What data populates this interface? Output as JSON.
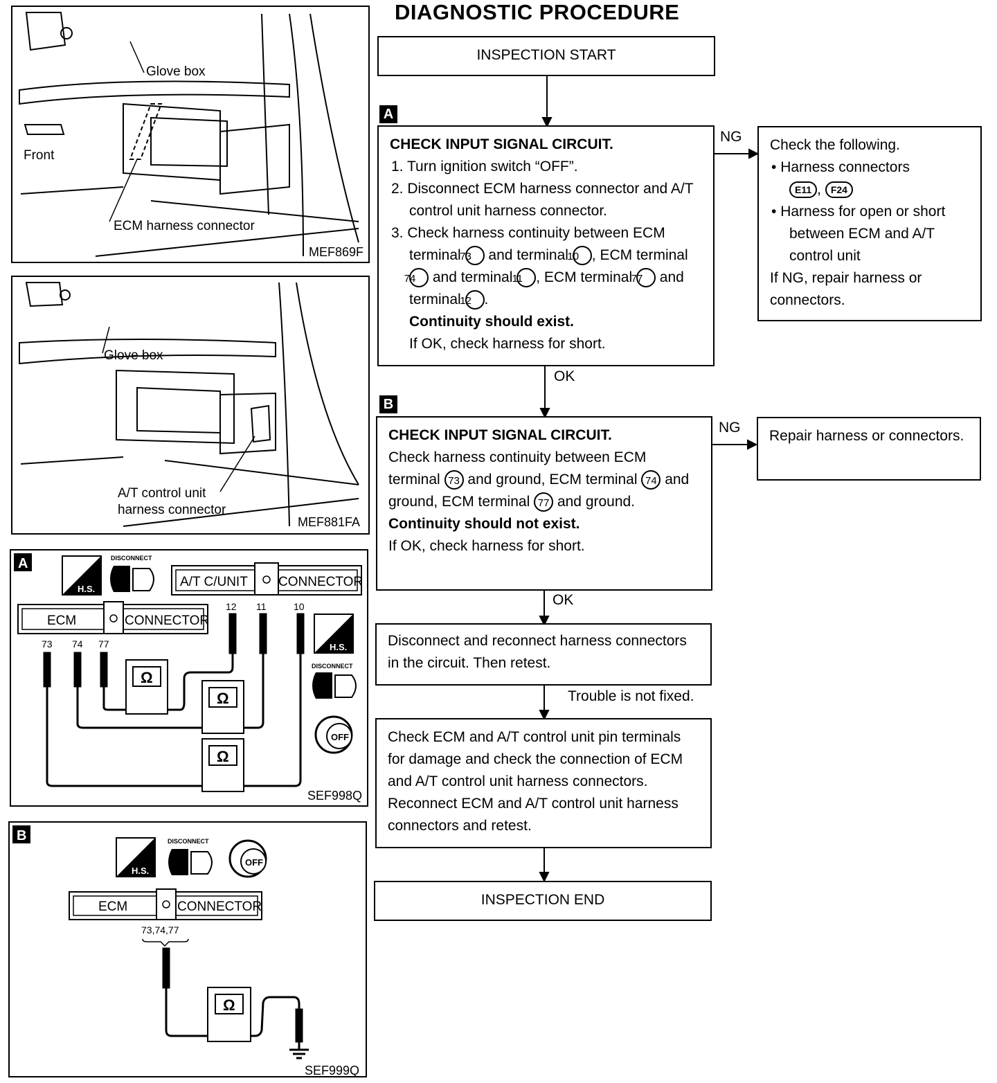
{
  "title": "DIAGNOSTIC PROCEDURE",
  "figures": {
    "fig1": {
      "glove_box": "Glove box",
      "front": "Front",
      "connector": "ECM harness connector",
      "code": "MEF869F"
    },
    "fig2": {
      "glove_box": "Glove box",
      "connector_line1": "A/T control unit",
      "connector_line2": "harness connector",
      "code": "MEF881FA"
    },
    "figA": {
      "tag": "A",
      "hs": "H.S.",
      "disconnect": "DISCONNECT",
      "at_unit": "A/T C/UNIT",
      "connector": "CONNECTOR",
      "ecm": "ECM",
      "ecm_connector": "CONNECTOR",
      "terminals_ecm": [
        "73",
        "74",
        "77"
      ],
      "terminals_at": [
        "12",
        "11",
        "10"
      ],
      "ohm": "Ω",
      "off": "OFF",
      "code": "SEF998Q"
    },
    "figB": {
      "tag": "B",
      "hs": "H.S.",
      "disconnect": "DISCONNECT",
      "off": "OFF",
      "ecm": "ECM",
      "connector": "CONNECTOR",
      "terminals": "73,74,77",
      "ohm": "Ω",
      "code": "SEF999Q"
    }
  },
  "flow": {
    "start": "INSPECTION START",
    "stepA": {
      "tag": "A",
      "heading": "CHECK INPUT SIGNAL CIRCUIT.",
      "item1": "1. Turn ignition switch “OFF”.",
      "item2": "2. Disconnect ECM harness connector and A/T control unit harness connector.",
      "item3_pre": "3. Check harness continuity between ECM terminal",
      "t73": "73",
      "and": "and terminal",
      "t10": "10",
      "ecm_ter": ", ECM terminal",
      "t74": "74",
      "t11": "11",
      "t77": "77",
      "t12": "12",
      "result": "Continuity should exist.",
      "note": "If OK, check harness for short."
    },
    "ngA": "NG",
    "ngA_box": {
      "heading": "Check the following.",
      "bullet1": "Harness connectors",
      "conn1": "E11",
      "conn2": "F24",
      "bullet2": "Harness for open or short between ECM and A/T control unit",
      "note": "If NG, repair harness or connectors."
    },
    "okA": "OK",
    "stepB": {
      "tag": "B",
      "heading": "CHECK INPUT SIGNAL CIRCUIT.",
      "line1": "Check harness continuity between ECM terminal",
      "t73": "73",
      "and_ground": "and ground, ECM terminal",
      "t74": "74",
      "t77": "77",
      "ground": "ground.",
      "and": "and",
      "result": "Continuity should not exist.",
      "note": "If OK, check harness for short."
    },
    "ngB": "NG",
    "ngB_box": "Repair harness or connectors.",
    "okB": "OK",
    "reconnect": "Disconnect and reconnect harness connectors in the circuit. Then retest.",
    "trouble": "Trouble is not fixed.",
    "check_pins": "Check ECM and A/T control unit pin terminals for damage and check the connection of ECM and A/T control unit harness connectors. Reconnect ECM and A/T control unit harness connectors and retest.",
    "end": "INSPECTION END"
  }
}
